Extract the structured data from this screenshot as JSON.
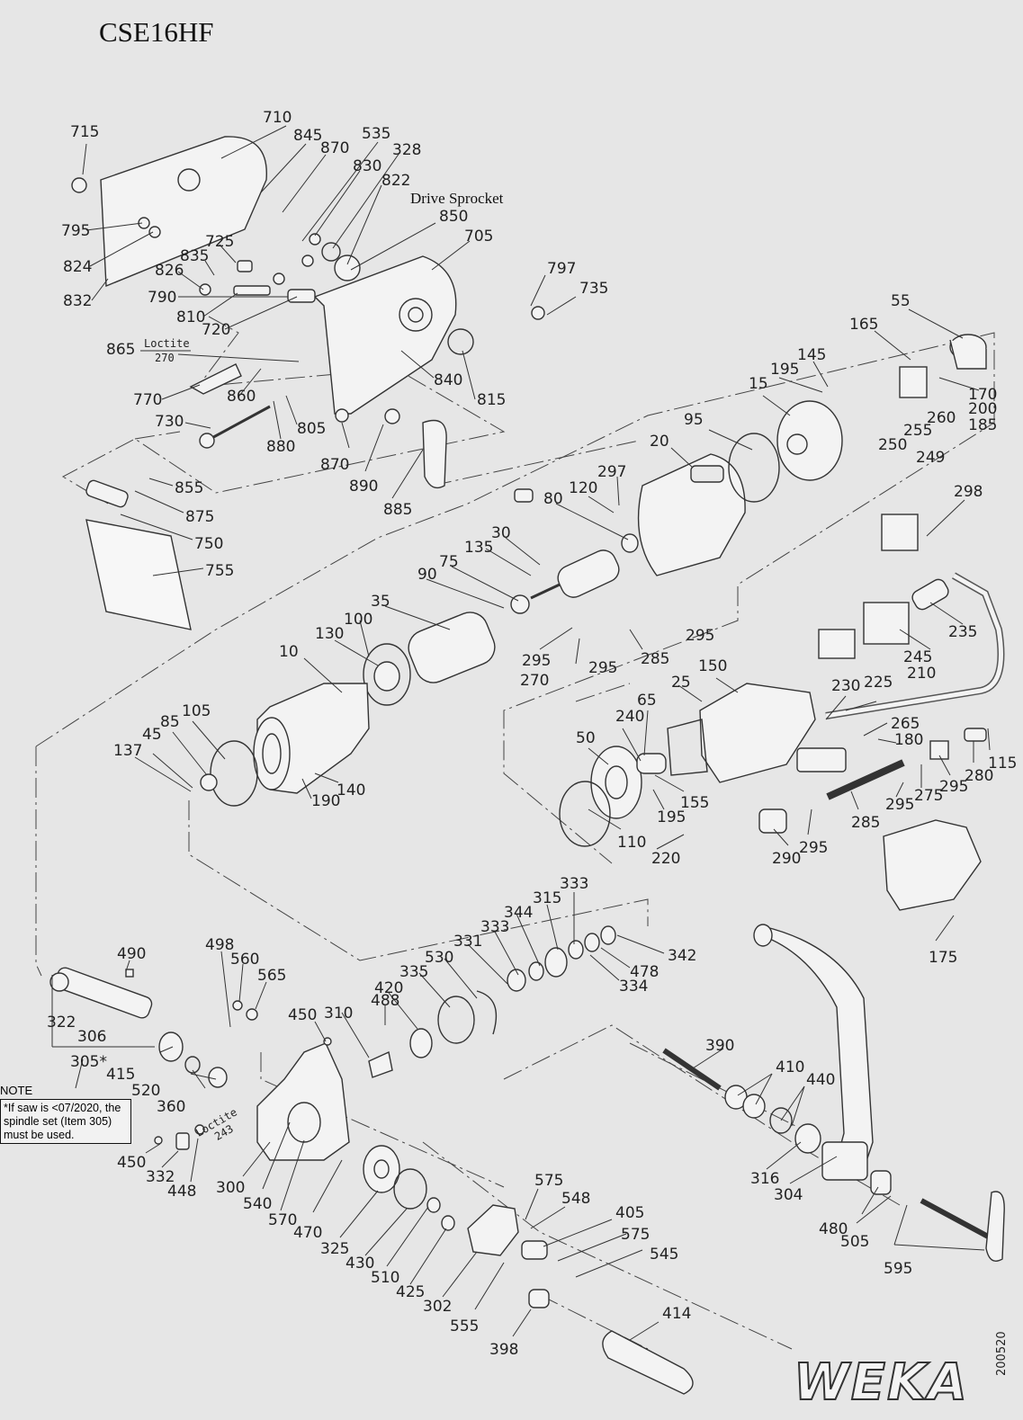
{
  "title": "CSE16HF",
  "annotation": "Drive Sprocket",
  "loctite": [
    {
      "brand": "Loctite",
      "code": "270"
    },
    {
      "brand": "Loctite",
      "code": "243"
    }
  ],
  "note": {
    "title": "NOTE",
    "text": "*If saw is <07/2020, the spindle set (Item 305) must be used."
  },
  "kit_label": "305*",
  "brand": "WEKA",
  "doc_code": "200520",
  "parts": [
    {
      "no": "715"
    },
    {
      "no": "710"
    },
    {
      "no": "845"
    },
    {
      "no": "870"
    },
    {
      "no": "535"
    },
    {
      "no": "830"
    },
    {
      "no": "328"
    },
    {
      "no": "822"
    },
    {
      "no": "850"
    },
    {
      "no": "705"
    },
    {
      "no": "795"
    },
    {
      "no": "824"
    },
    {
      "no": "832"
    },
    {
      "no": "725"
    },
    {
      "no": "835"
    },
    {
      "no": "826"
    },
    {
      "no": "790"
    },
    {
      "no": "810"
    },
    {
      "no": "720"
    },
    {
      "no": "865"
    },
    {
      "no": "797"
    },
    {
      "no": "735"
    },
    {
      "no": "770"
    },
    {
      "no": "860"
    },
    {
      "no": "840"
    },
    {
      "no": "815"
    },
    {
      "no": "730"
    },
    {
      "no": "805"
    },
    {
      "no": "880"
    },
    {
      "no": "870"
    },
    {
      "no": "890"
    },
    {
      "no": "885"
    },
    {
      "no": "855"
    },
    {
      "no": "875"
    },
    {
      "no": "750"
    },
    {
      "no": "755"
    },
    {
      "no": "55"
    },
    {
      "no": "165"
    },
    {
      "no": "145"
    },
    {
      "no": "195"
    },
    {
      "no": "15"
    },
    {
      "no": "170"
    },
    {
      "no": "200"
    },
    {
      "no": "185"
    },
    {
      "no": "260"
    },
    {
      "no": "255"
    },
    {
      "no": "250"
    },
    {
      "no": "249"
    },
    {
      "no": "95"
    },
    {
      "no": "20"
    },
    {
      "no": "297"
    },
    {
      "no": "120"
    },
    {
      "no": "80"
    },
    {
      "no": "298"
    },
    {
      "no": "30"
    },
    {
      "no": "135"
    },
    {
      "no": "75"
    },
    {
      "no": "90"
    },
    {
      "no": "35"
    },
    {
      "no": "130"
    },
    {
      "no": "100"
    },
    {
      "no": "10"
    },
    {
      "no": "295"
    },
    {
      "no": "295"
    },
    {
      "no": "270"
    },
    {
      "no": "285"
    },
    {
      "no": "295"
    },
    {
      "no": "235"
    },
    {
      "no": "245"
    },
    {
      "no": "150"
    },
    {
      "no": "25"
    },
    {
      "no": "230"
    },
    {
      "no": "225"
    },
    {
      "no": "210"
    },
    {
      "no": "105"
    },
    {
      "no": "85"
    },
    {
      "no": "45"
    },
    {
      "no": "137"
    },
    {
      "no": "140"
    },
    {
      "no": "190"
    },
    {
      "no": "65"
    },
    {
      "no": "240"
    },
    {
      "no": "50"
    },
    {
      "no": "155"
    },
    {
      "no": "195"
    },
    {
      "no": "110"
    },
    {
      "no": "220"
    },
    {
      "no": "265"
    },
    {
      "no": "180"
    },
    {
      "no": "115"
    },
    {
      "no": "280"
    },
    {
      "no": "295"
    },
    {
      "no": "275"
    },
    {
      "no": "295"
    },
    {
      "no": "285"
    },
    {
      "no": "290"
    },
    {
      "no": "295"
    },
    {
      "no": "175"
    },
    {
      "no": "333"
    },
    {
      "no": "315"
    },
    {
      "no": "344"
    },
    {
      "no": "333"
    },
    {
      "no": "331"
    },
    {
      "no": "342"
    },
    {
      "no": "478"
    },
    {
      "no": "334"
    },
    {
      "no": "530"
    },
    {
      "no": "335"
    },
    {
      "no": "420"
    },
    {
      "no": "488"
    },
    {
      "no": "310"
    },
    {
      "no": "450"
    },
    {
      "no": "498"
    },
    {
      "no": "560"
    },
    {
      "no": "565"
    },
    {
      "no": "490"
    },
    {
      "no": "322"
    },
    {
      "no": "306"
    },
    {
      "no": "415"
    },
    {
      "no": "520"
    },
    {
      "no": "360"
    },
    {
      "no": "390"
    },
    {
      "no": "410"
    },
    {
      "no": "440"
    },
    {
      "no": "316"
    },
    {
      "no": "304"
    },
    {
      "no": "450"
    },
    {
      "no": "332"
    },
    {
      "no": "448"
    },
    {
      "no": "300"
    },
    {
      "no": "540"
    },
    {
      "no": "570"
    },
    {
      "no": "470"
    },
    {
      "no": "325"
    },
    {
      "no": "430"
    },
    {
      "no": "510"
    },
    {
      "no": "425"
    },
    {
      "no": "302"
    },
    {
      "no": "575"
    },
    {
      "no": "548"
    },
    {
      "no": "405"
    },
    {
      "no": "575"
    },
    {
      "no": "545"
    },
    {
      "no": "555"
    },
    {
      "no": "398"
    },
    {
      "no": "414"
    },
    {
      "no": "480"
    },
    {
      "no": "505"
    },
    {
      "no": "595"
    }
  ]
}
